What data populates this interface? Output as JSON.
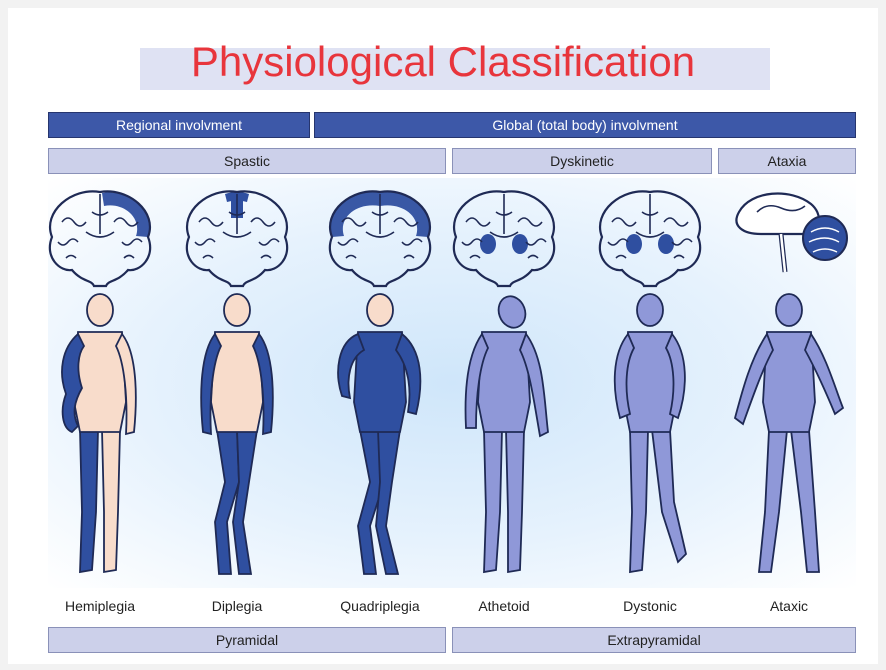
{
  "title": "Physiological Classification",
  "headers": {
    "regional": "Regional involvment",
    "global": "Global (total body) involvment"
  },
  "categories": {
    "spastic": "Spastic",
    "dyskinetic": "Dyskinetic",
    "ataxia": "Ataxia"
  },
  "panels": [
    {
      "label": "Hemiplegia",
      "type": "hemiplegia"
    },
    {
      "label": "Diplegia",
      "type": "diplegia"
    },
    {
      "label": "Quadriplegia",
      "type": "quadriplegia"
    },
    {
      "label": "Athetoid",
      "type": "athetoid"
    },
    {
      "label": "Dystonic",
      "type": "dystonic"
    },
    {
      "label": "Ataxic",
      "type": "ataxic"
    }
  ],
  "footers": {
    "pyramidal": "Pyramidal",
    "extrapyramidal": "Extrapyramidal"
  },
  "colors": {
    "title": "#e8353c",
    "header": "#3d58a8",
    "subheader": "#ccd0ea",
    "affected": "#2f4fa0",
    "body_blue": "#8f98d8",
    "skin": "#f8dccb"
  }
}
